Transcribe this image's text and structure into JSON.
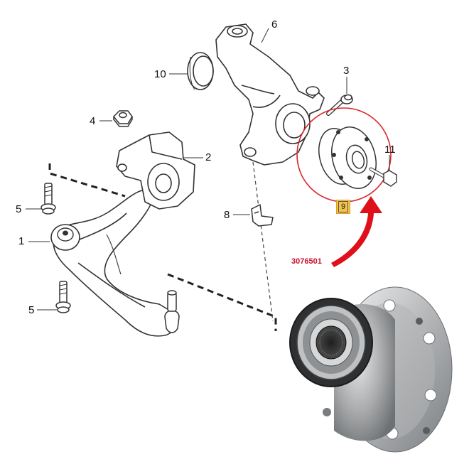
{
  "callouts": {
    "c1": "1",
    "c2": "2",
    "c3": "3",
    "c4": "4",
    "c5a": "5",
    "c5b": "5",
    "c6": "6",
    "c8": "8",
    "c9": "9",
    "c10": "10",
    "c11": "11"
  },
  "part_number": "3076501",
  "colors": {
    "highlight_circle": "#d9262e",
    "arrow": "#e0101a",
    "part_number": "#c8102e",
    "badge": "#f6c34a",
    "line_art": "#333333"
  }
}
